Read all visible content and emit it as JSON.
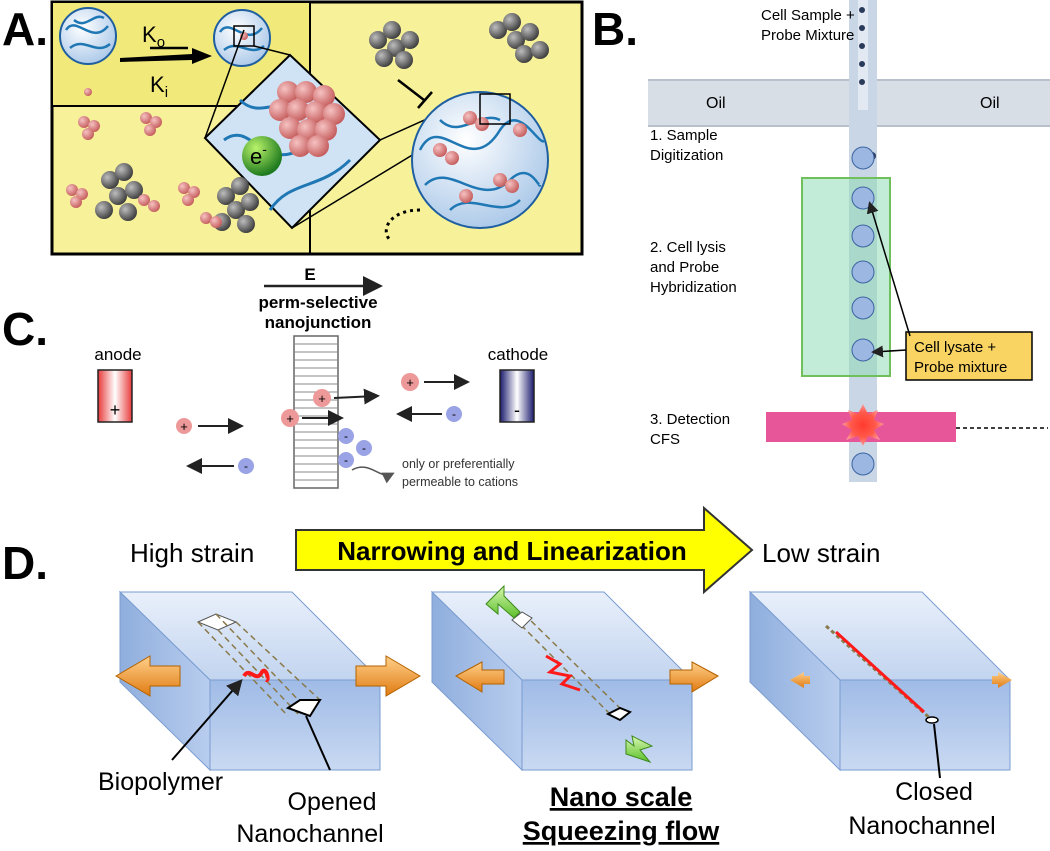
{
  "panels": {
    "a": {
      "label": "A.",
      "k_o": "K",
      "k_o_sub": "o",
      "k_i": "K",
      "k_i_sub": "i",
      "electron": "e",
      "electron_sup": "-"
    },
    "b": {
      "label": "B.",
      "cell_sample_line1": "Cell Sample +",
      "cell_sample_line2": "Probe Mixture",
      "oil_left": "Oil",
      "oil_right": "Oil",
      "step1_line1": "1. Sample",
      "step1_line2": "Digitization",
      "step2_line1": "2. Cell lysis",
      "step2_line2": "and Probe",
      "step2_line3": "Hybridization",
      "lysate_line1": "Cell lysate +",
      "lysate_line2": "Probe mixture",
      "step3_line1": "3. Detection",
      "step3_line2": "CFS"
    },
    "c": {
      "label": "C.",
      "field": "E",
      "nanojunction_line1": "perm-selective",
      "nanojunction_line2": "nanojunction",
      "anode": "anode",
      "cathode": "cathode",
      "plus": "+",
      "minus": "-",
      "perm_line1": "only or preferentially",
      "perm_line2": "permeable to cations"
    },
    "d": {
      "label": "D.",
      "high_strain": "High strain",
      "arrow_text": "Narrowing and Linearization",
      "low_strain": "Low strain",
      "biopolymer": "Biopolymer",
      "opened_line1": "Opened",
      "opened_line2": "Nanochannel",
      "squeeze_line1": "Nano scale",
      "squeeze_line2": "Squeezing flow",
      "closed_line1": "Closed",
      "closed_line2": "Nanochannel"
    }
  },
  "colors": {
    "panel_a_bg": "#f7f29a",
    "panel_b_channel": "#c9d6e6",
    "panel_b_green": "#8fdcb7",
    "panel_b_pink": "#e8569a",
    "panel_b_callout": "#f9d463",
    "panel_d_arrow": "#ffff00",
    "nanoparticle": "#e07a7a",
    "polymer": "#1f77b4"
  }
}
